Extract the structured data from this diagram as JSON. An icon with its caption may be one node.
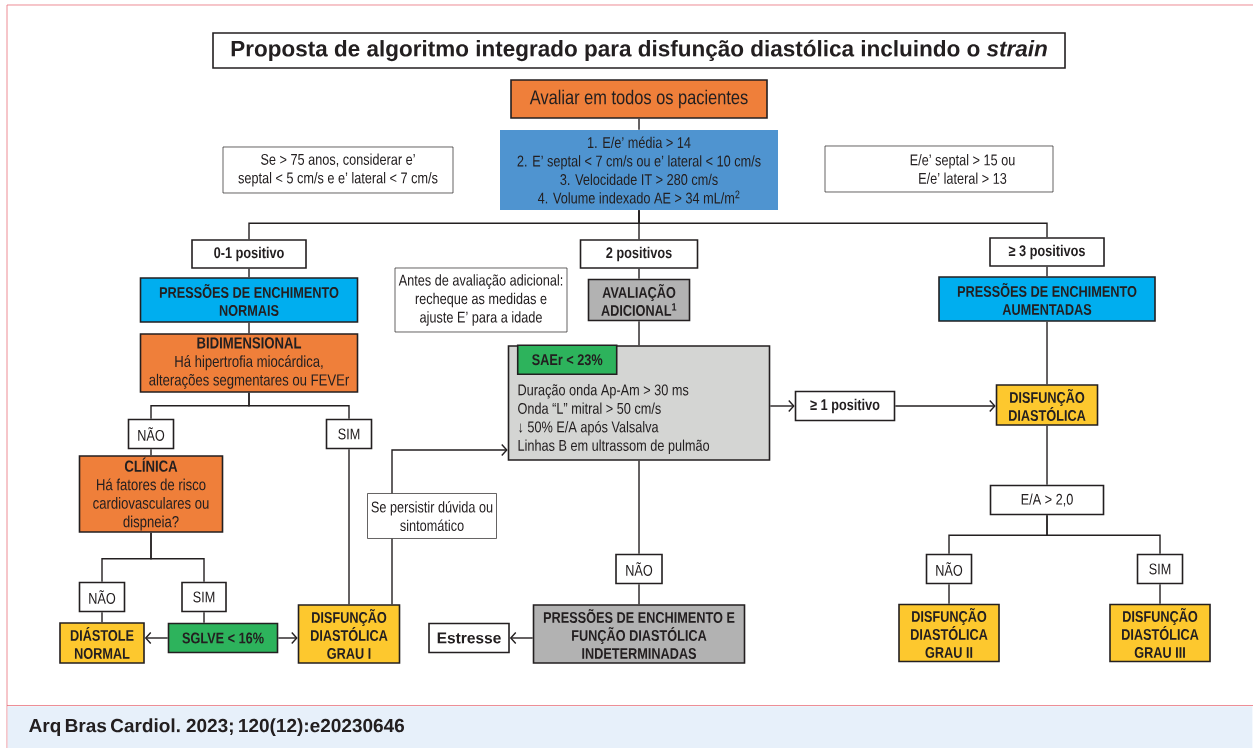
{
  "diagram": {
    "title": "Proposta de algoritmo integrado para disfunção diastólica incluindo o *strain*",
    "nodes": [
      {
        "text": [
          "Avaliar em todos os pacientes"
        ]
      },
      {
        "text": [
          "1. E/e’ média > 14",
          "2. E’ septal < 7 cm/s ou e’ lateral < 10 cm/s",
          "3. Velocidade IT > 280 cm/s",
          "4. Volume indexado AE > 34 mL/m$^{2}$"
        ]
      },
      {
        "text": [
          "Se > 75 anos, considerar e’ septal < 5 cm/s e e’ lateral < 7 cm/s"
        ]
      },
      {
        "text": [
          "E/e’ septal > 15 ou E/e’ lateral > 13"
        ]
      },
      {
        "text": [
          "0-1 positivo"
        ]
      },
      {
        "text": [
          "2 positivos"
        ]
      },
      {
        "text": [
          "≥ 3 positivos"
        ]
      },
      {
        "text": [
          "PRESSÕES DE ENCHIMENTO NORMAIS"
        ]
      },
      {
        "text": [
          "Antes de avaliação adicional: recheque as medidas e ajuste E’ para a idade"
        ]
      },
      {
        "text": [
          "AVALIAÇÃO ADICIONAL$^{1}$"
        ]
      },
      {
        "text": [
          "PRESSÕES DE ENCHIMENTO AUMENTADAS"
        ]
      },
      {
        "text": [
          "BIDIMENSIONAL",
          "Há hipertrofia miocárdica, alterações segmentares ou FEVEr"
        ]
      },
      {
        "text": [
          "Duração onda Ap-Am > 30 ms",
          "Onda “L” mitral > 50 cm/s",
          "↓ 50% E/A após Valsalva",
          "Linhas B em ultrassom de pulmão"
        ]
      },
      {
        "text": [
          "SAEr < 23%"
        ],
        "in": 12
      },
      {
        "text": [
          "≥ 1 positivo"
        ]
      },
      {
        "text": [
          "DISFUNÇÃO DIASTÓLICA"
        ]
      },
      {
        "text": [
          "NÃO"
        ]
      },
      {
        "text": [
          "SIM"
        ]
      },
      {
        "text": [
          "CLÍNICA",
          "Há fatores de risco cardiovasculares ou dispneia?"
        ]
      },
      {
        "text": [
          "Se persistir dúvida ou sintomático"
        ]
      },
      {
        "text": [
          "E/A > 2,0"
        ]
      },
      {
        "text": [
          "NÃO"
        ]
      },
      {
        "text": [
          "NÃO"
        ]
      },
      {
        "text": [
          "SIM"
        ]
      },
      {
        "text": [
          "NÃO"
        ]
      },
      {
        "text": [
          "SIM"
        ]
      },
      {
        "text": [
          "DIÁSTOLE NORMAL"
        ]
      },
      {
        "text": [
          "SGLVE < 16%"
        ]
      },
      {
        "text": [
          "DISFUNÇÃO DIASTÓLICA GRAU I"
        ]
      },
      {
        "text": [
          "Estresse"
        ]
      },
      {
        "text": [
          "PRESSÕES DE ENCHIMENTO E FUNÇÃO DIASTÓLICA INDETERMINADAS"
        ]
      },
      {
        "text": [
          "DISFUNÇÃO DIASTÓLICA GRAU II"
        ]
      },
      {
        "text": [
          "DISFUNÇÃO DIASTÓLICA GRAU III"
        ]
      }
    ],
    "edges": [
      {
        "from": 0,
        "to": 1,
        "arrow": "none"
      },
      {
        "from": 1,
        "to": 4,
        "arrow": "none"
      },
      {
        "from": 1,
        "to": 5,
        "arrow": "none"
      },
      {
        "from": 1,
        "to": 6,
        "arrow": "none"
      },
      {
        "from": 4,
        "to": 7,
        "arrow": "none"
      },
      {
        "from": 7,
        "to": 11,
        "arrow": "none"
      },
      {
        "from": 11,
        "to": 16,
        "arrow": "none"
      },
      {
        "from": 11,
        "to": 17,
        "arrow": "none"
      },
      {
        "from": 16,
        "to": 18,
        "arrow": "none"
      },
      {
        "from": 18,
        "to": 22,
        "arrow": "none"
      },
      {
        "from": 18,
        "to": 23,
        "arrow": "none"
      },
      {
        "from": 22,
        "to": 26,
        "arrow": "none"
      },
      {
        "from": 23,
        "to": 27,
        "arrow": "none"
      },
      {
        "from": 27,
        "to": 26,
        "arrow": "to"
      },
      {
        "from": 27,
        "to": 28,
        "arrow": "to"
      },
      {
        "from": 17,
        "to": 28,
        "arrow": "none"
      },
      {
        "from": 28,
        "to": 19,
        "arrow": "none"
      },
      {
        "from": 19,
        "to": 12,
        "arrow": "to"
      },
      {
        "from": 5,
        "to": 9,
        "arrow": "none"
      },
      {
        "from": 9,
        "to": 12,
        "arrow": "none"
      },
      {
        "from": 12,
        "to": 14,
        "arrow": "to"
      },
      {
        "from": 14,
        "to": 15,
        "arrow": "to"
      },
      {
        "from": 12,
        "to": 21,
        "arrow": "none"
      },
      {
        "from": 21,
        "to": 30,
        "arrow": "none"
      },
      {
        "from": 30,
        "to": 29,
        "arrow": "to"
      },
      {
        "from": 6,
        "to": 10,
        "arrow": "none"
      },
      {
        "from": 10,
        "to": 15,
        "arrow": "none"
      },
      {
        "from": 15,
        "to": 20,
        "arrow": "none"
      },
      {
        "from": 20,
        "to": 24,
        "arrow": "none"
      },
      {
        "from": 20,
        "to": 25,
        "arrow": "none"
      },
      {
        "from": 24,
        "to": 31,
        "arrow": "none"
      },
      {
        "from": 25,
        "to": 32,
        "arrow": "none"
      }
    ],
    "labels": [
      "Arq Bras Cardiol. 2023; 120(12):e20230646"
    ]
  }
}
